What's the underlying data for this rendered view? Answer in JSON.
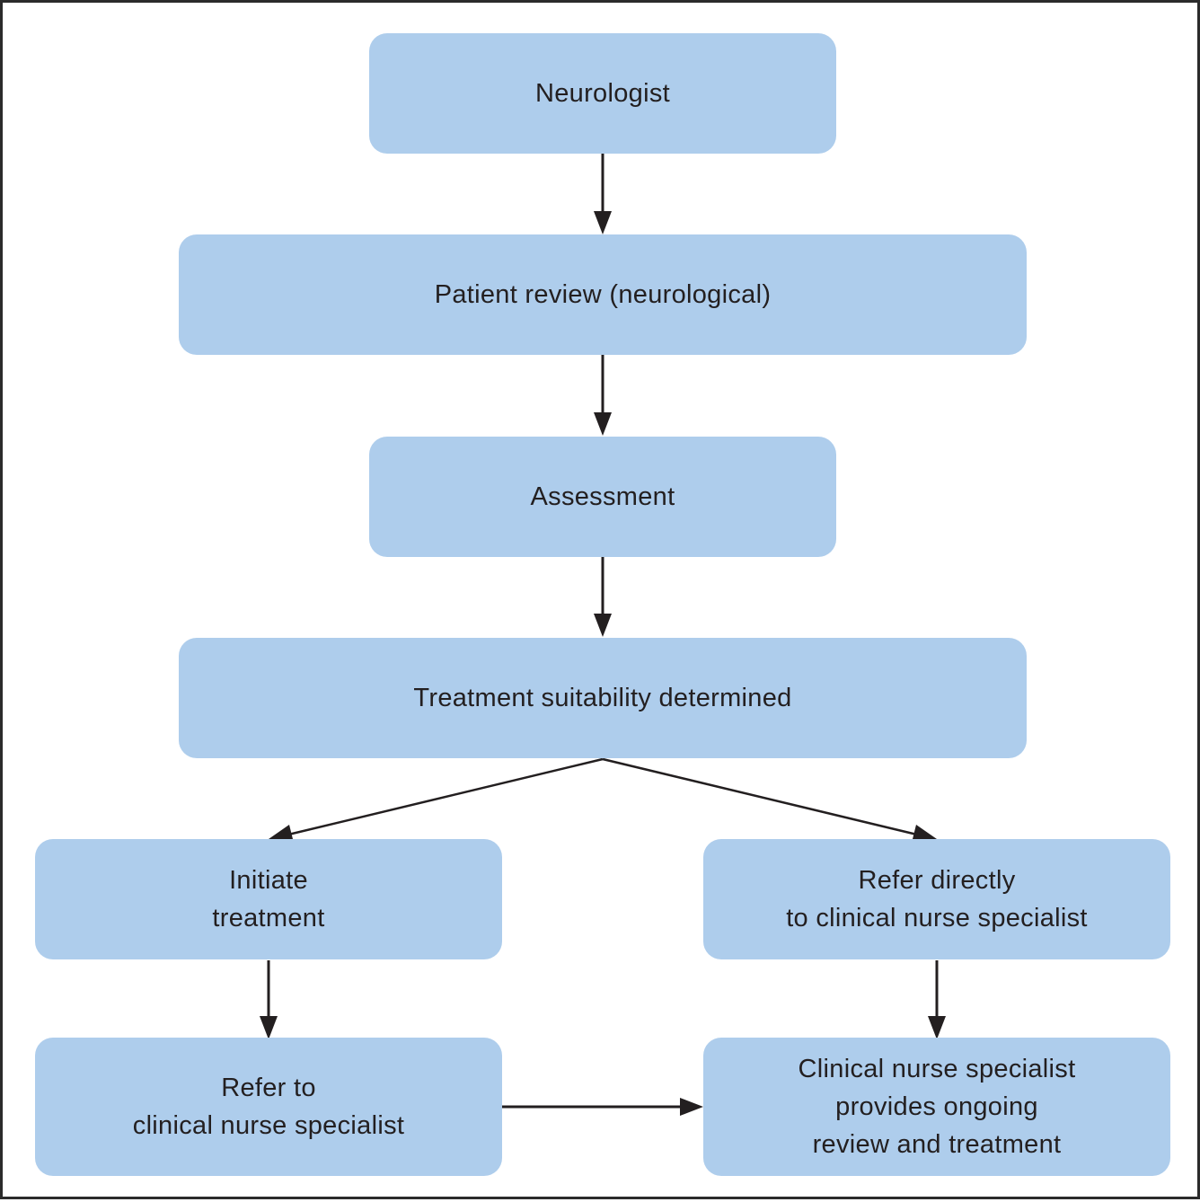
{
  "colors": {
    "box_fill": "#aecdec",
    "text": "#231f20",
    "arrow": "#231f20",
    "border": "#2b2b2b"
  },
  "nodes": {
    "neurologist": "Neurologist",
    "patient_review": "Patient review (neurological)",
    "assessment": "Assessment",
    "treatment_suitability": "Treatment suitability determined",
    "initiate_treatment": "Initiate\ntreatment",
    "refer_directly": "Refer directly\nto clinical nurse specialist",
    "refer_to_cns": "Refer to\nclinical nurse specialist",
    "cns_ongoing": "Clinical nurse specialist\nprovides ongoing\nreview and treatment"
  },
  "edges": [
    {
      "from": "neurologist",
      "to": "patient_review"
    },
    {
      "from": "patient_review",
      "to": "assessment"
    },
    {
      "from": "assessment",
      "to": "treatment_suitability"
    },
    {
      "from": "treatment_suitability",
      "to": "initiate_treatment"
    },
    {
      "from": "treatment_suitability",
      "to": "refer_directly"
    },
    {
      "from": "initiate_treatment",
      "to": "refer_to_cns"
    },
    {
      "from": "refer_directly",
      "to": "cns_ongoing"
    },
    {
      "from": "refer_to_cns",
      "to": "cns_ongoing"
    }
  ]
}
